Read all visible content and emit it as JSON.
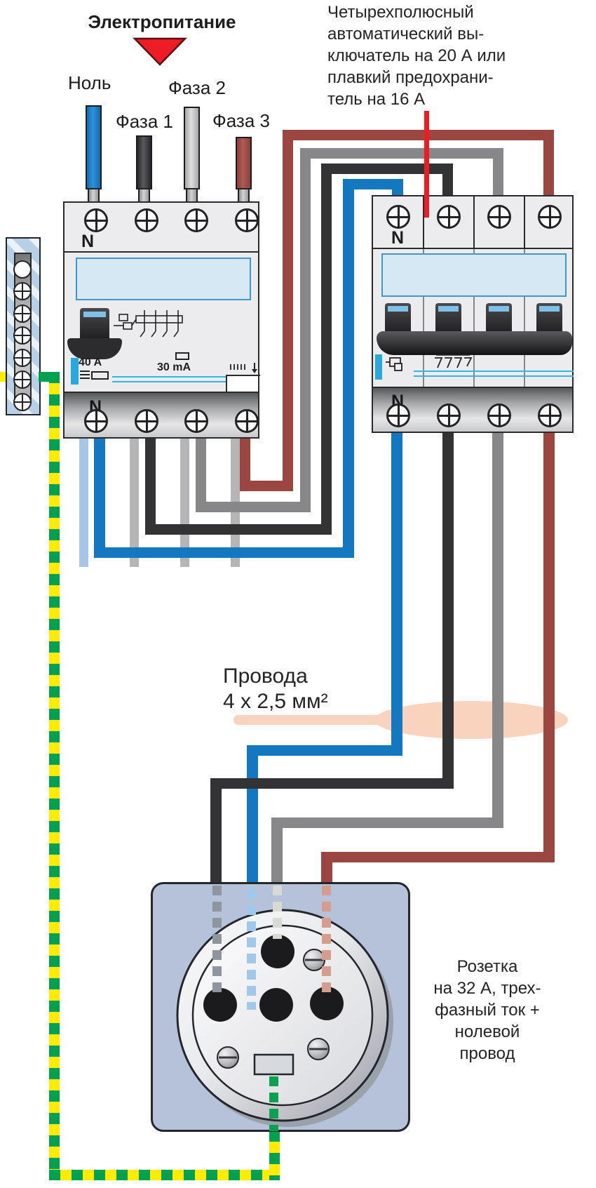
{
  "diagram": {
    "title": "Электропитание",
    "supply_labels": {
      "neutral": "Ноль",
      "phase1": "Фаза 1",
      "phase2": "Фаза 2",
      "phase3": "Фаза 3"
    },
    "breaker_note": {
      "line1": "Четырехполюсный",
      "line2": "автоматический вы-",
      "line3": "ключатель на 20 А или",
      "line4": "плавкий предохрани-",
      "line5": "тель на 16 А"
    },
    "wires_note": {
      "line1": "Провода",
      "line2": "4 х 2,5 мм²"
    },
    "socket_note": {
      "line1": "Розетка",
      "line2": "на 32 А, трех-",
      "line3": "фазный ток +",
      "line4": "нолевой",
      "line5": "провод"
    },
    "rcd": {
      "neutral_top": "N",
      "neutral_bottom": "N",
      "rating": "40 A",
      "sensitivity": "30 mA"
    },
    "breaker": {
      "neutral_top": "N",
      "neutral_bottom": "N"
    },
    "colors": {
      "neutral_blue": "#1478c0",
      "phase1_black": "#333336",
      "phase2_gray": "#87878a",
      "phase3_brown": "#9c4641",
      "ground_green": "#00a24f",
      "ground_yellow": "#ffec00",
      "highlight_peach": "#f9d3bd",
      "pointer_red": "#ed1c24",
      "socket_plate_blue": "#b5c2da"
    }
  }
}
